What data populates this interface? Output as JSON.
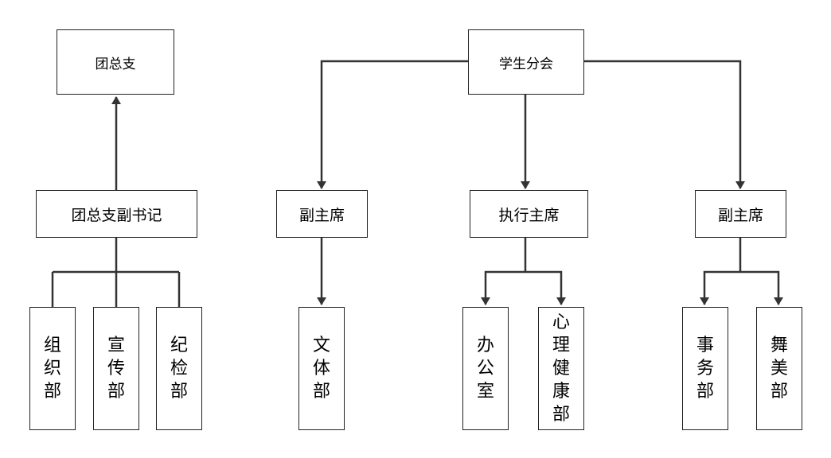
{
  "nodes": {
    "tuanzongzhi": "团总支",
    "xueshengfenhui": "学生分会",
    "tuanzongzhi_fushuji": "团总支副书记",
    "fuzhuxi_left": "副主席",
    "zhixing_zhuxi": "执行主席",
    "fuzhuxi_right": "副主席",
    "zuzhibu": "组织部",
    "xuanchuanbu": "宣传部",
    "jijianbu": "纪检部",
    "wentibu": "文体部",
    "bangongshi": "办公室",
    "xinlijiankangbu": "心理健康部",
    "shiwubu": "事务部",
    "wumeibu": "舞美部"
  }
}
